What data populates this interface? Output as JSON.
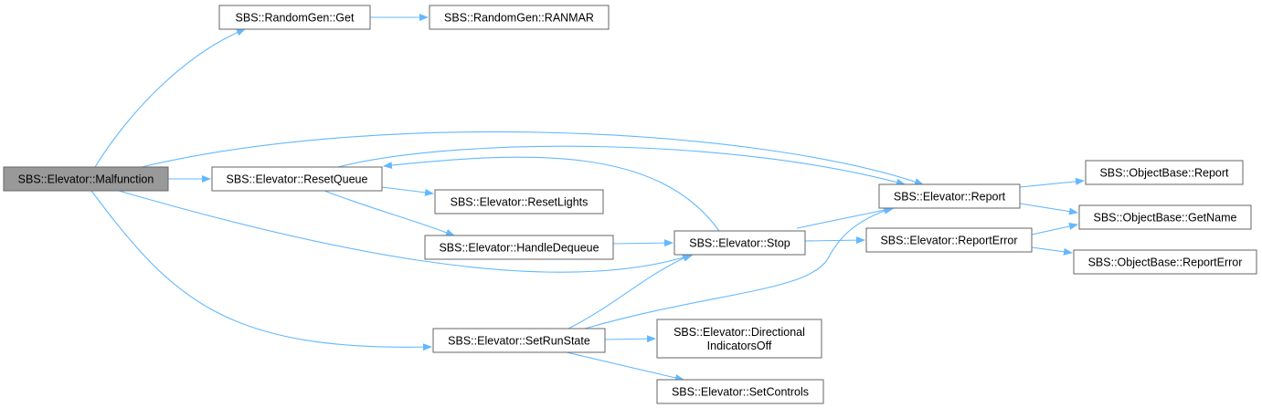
{
  "colors": {
    "edge": "#63b8ff",
    "node_fill": "#ffffff",
    "node_border": "#666666",
    "root_fill": "#999999"
  },
  "nodes": [
    {
      "id": "malfunction",
      "lines": [
        "SBS::Elevator::Malfunction"
      ],
      "root": true
    },
    {
      "id": "randomgen-get",
      "lines": [
        "SBS::RandomGen::Get"
      ]
    },
    {
      "id": "randomgen-ranmar",
      "lines": [
        "SBS::RandomGen::RANMAR"
      ]
    },
    {
      "id": "resetqueue",
      "lines": [
        "SBS::Elevator::ResetQueue"
      ]
    },
    {
      "id": "resetlights",
      "lines": [
        "SBS::Elevator::ResetLights"
      ]
    },
    {
      "id": "handledequeue",
      "lines": [
        "SBS::Elevator::HandleDequeue"
      ]
    },
    {
      "id": "stop",
      "lines": [
        "SBS::Elevator::Stop"
      ]
    },
    {
      "id": "report",
      "lines": [
        "SBS::Elevator::Report"
      ]
    },
    {
      "id": "reporterror",
      "lines": [
        "SBS::Elevator::ReportError"
      ]
    },
    {
      "id": "objectbase-report",
      "lines": [
        "SBS::ObjectBase::Report"
      ]
    },
    {
      "id": "objectbase-getname",
      "lines": [
        "SBS::ObjectBase::GetName"
      ]
    },
    {
      "id": "objectbase-reporterror",
      "lines": [
        "SBS::ObjectBase::ReportError"
      ]
    },
    {
      "id": "setrunstate",
      "lines": [
        "SBS::Elevator::SetRunState"
      ]
    },
    {
      "id": "directionalindicatorsoff",
      "lines": [
        "SBS::Elevator::Directional",
        "IndicatorsOff"
      ]
    },
    {
      "id": "setcontrols",
      "lines": [
        "SBS::Elevator::SetControls"
      ]
    }
  ],
  "edges": [
    [
      "malfunction",
      "randomgen-get"
    ],
    [
      "randomgen-get",
      "randomgen-ranmar"
    ],
    [
      "malfunction",
      "report"
    ],
    [
      "malfunction",
      "resetqueue"
    ],
    [
      "malfunction",
      "stop"
    ],
    [
      "malfunction",
      "setrunstate"
    ],
    [
      "resetqueue",
      "report"
    ],
    [
      "resetqueue",
      "resetlights"
    ],
    [
      "resetqueue",
      "handledequeue"
    ],
    [
      "handledequeue",
      "stop"
    ],
    [
      "stop",
      "resetqueue"
    ],
    [
      "stop",
      "report"
    ],
    [
      "stop",
      "reporterror"
    ],
    [
      "report",
      "objectbase-report"
    ],
    [
      "report",
      "objectbase-getname"
    ],
    [
      "reporterror",
      "objectbase-getname"
    ],
    [
      "reporterror",
      "objectbase-reporterror"
    ],
    [
      "setrunstate",
      "stop"
    ],
    [
      "setrunstate",
      "report"
    ],
    [
      "setrunstate",
      "directionalindicatorsoff"
    ],
    [
      "setrunstate",
      "setcontrols"
    ]
  ]
}
